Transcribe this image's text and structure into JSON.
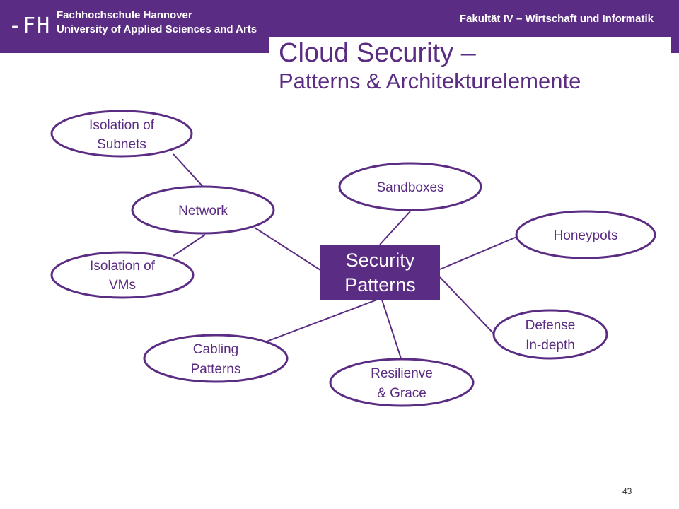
{
  "header": {
    "logo_text": "-FH",
    "university_line1": "Fachhochschule Hannover",
    "university_line2": "University of Applied Sciences and Arts",
    "faculty": "Fakultät IV – Wirtschaft und Informatik"
  },
  "slide": {
    "title_line1": "Cloud Security –",
    "title_line2": "Patterns & Architekturelemente",
    "page_number": "43"
  },
  "colors": {
    "purple": "#5b2c83"
  },
  "diagram": {
    "center": {
      "line1": "Security",
      "line2": "Patterns"
    },
    "nodes": {
      "isolation_subnets": {
        "line1": "Isolation of",
        "line2": "Subnets"
      },
      "network": {
        "line1": "Network"
      },
      "isolation_vms": {
        "line1": "Isolation of",
        "line2": "VMs"
      },
      "sandboxes": {
        "line1": "Sandboxes"
      },
      "honeypots": {
        "line1": "Honeypots"
      },
      "defense": {
        "line1": "Defense",
        "line2": "In-depth"
      },
      "cabling": {
        "line1": "Cabling",
        "line2": "Patterns"
      },
      "resilience": {
        "line1": "Resilienve",
        "line2": "& Grace"
      }
    }
  }
}
